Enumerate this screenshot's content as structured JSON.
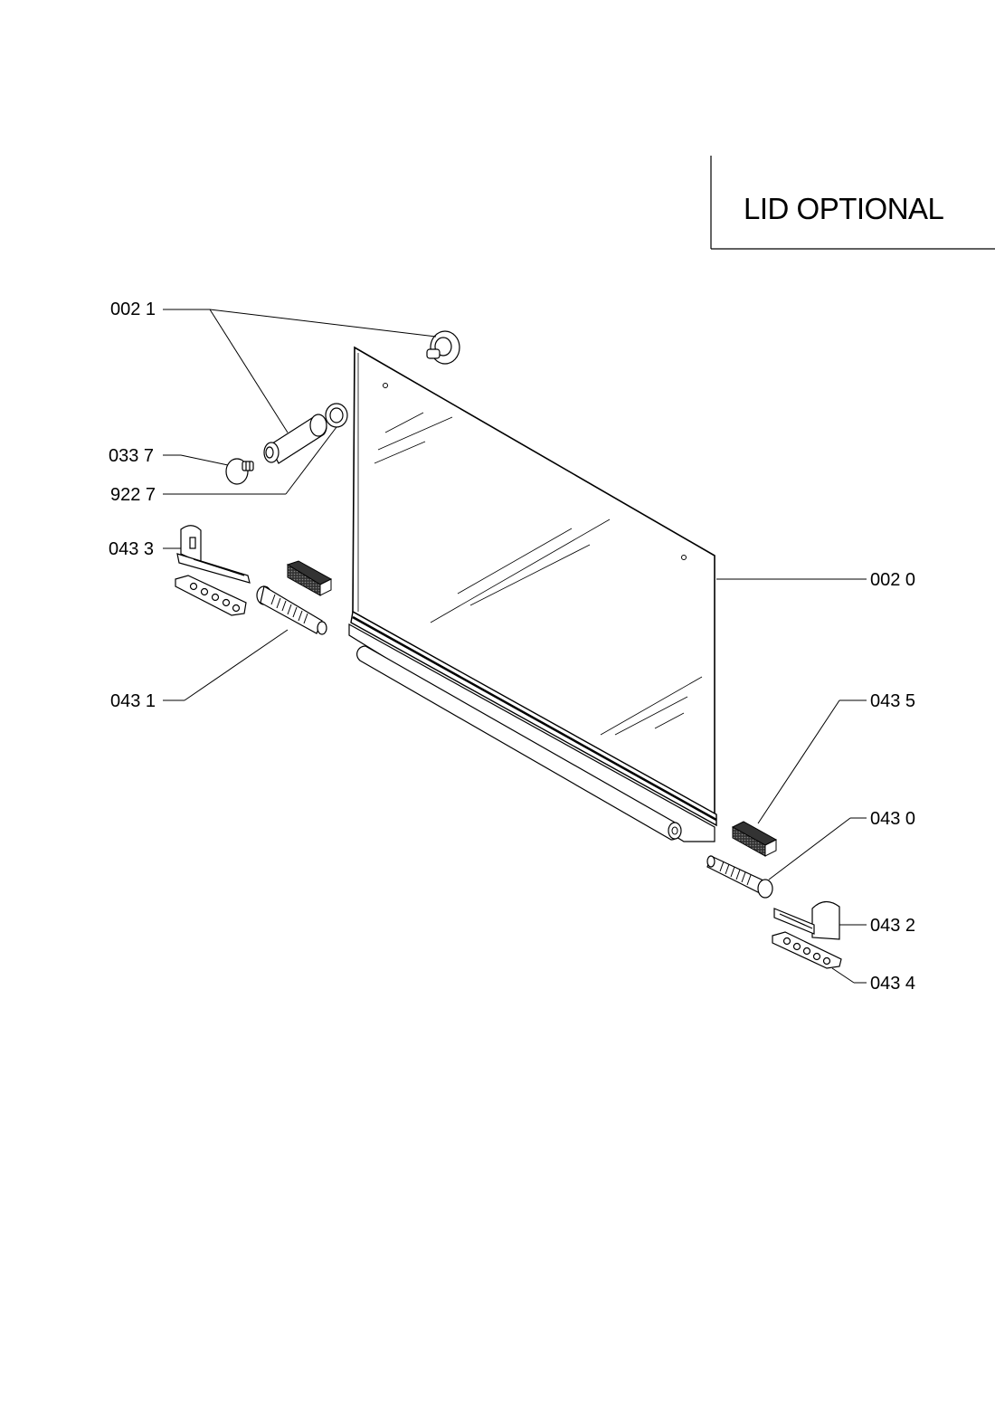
{
  "title": "LID OPTIONAL",
  "callouts": {
    "c0021": "002 1",
    "c0337": "033 7",
    "c9227": "922 7",
    "c0433": "043 3",
    "c0431": "043 1",
    "c0020": "002 0",
    "c0435": "043 5",
    "c0430": "043 0",
    "c0432": "043 2",
    "c0434": "043 4"
  },
  "colors": {
    "line": "#000000",
    "background": "#ffffff",
    "foam": "#555555"
  }
}
